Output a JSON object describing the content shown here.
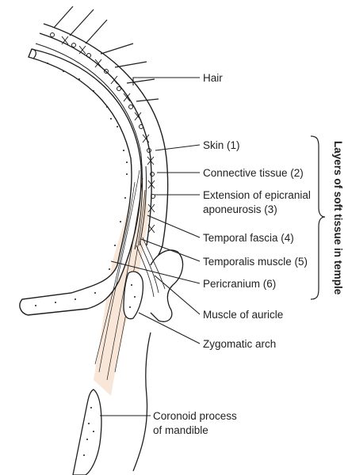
{
  "labels": {
    "hair": "Hair",
    "skin": "Skin (1)",
    "connective": "Connective tissue (2)",
    "aponeurosis_1": "Extension of epicranial",
    "aponeurosis_2": "aponeurosis (3)",
    "temporal_fascia": "Temporal fascia (4)",
    "temporalis": "Temporalis muscle (5)",
    "pericranium": "Pericranium (6)",
    "auricle": "Muscle of auricle",
    "zygomatic": "Zygomatic arch",
    "coronoid_1": "Coronoid process",
    "coronoid_2": "of mandible"
  },
  "side_label": "Layers of soft tissue in temple",
  "colors": {
    "line": "#1f1f1f",
    "muscle_fill": "#f8e6d8",
    "background": "#ffffff"
  }
}
